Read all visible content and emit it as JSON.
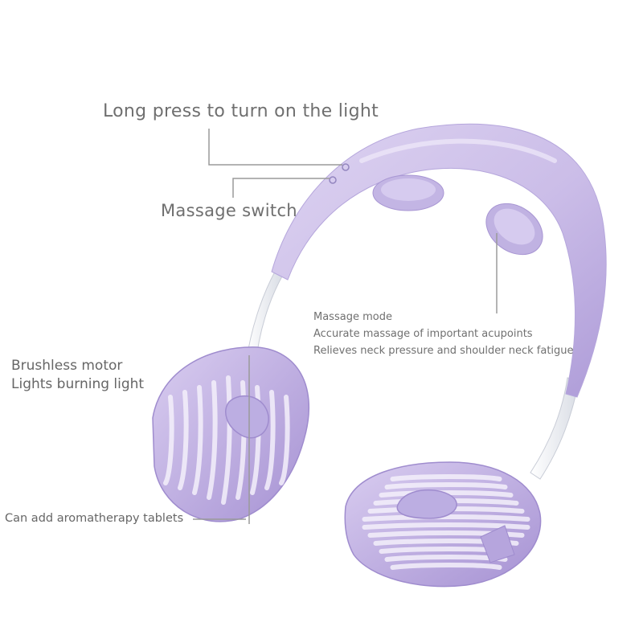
{
  "product": {
    "callouts": {
      "light": "Long press to turn on the light",
      "switch": "Massage switch",
      "motor": [
        "Brushless motor",
        "Lights burning light"
      ],
      "mode": [
        "Massage mode",
        "Accurate massage of important acupoints",
        "Relieves neck pressure and shoulder neck fatigue"
      ],
      "aroma": "Can add aromatherapy tablets"
    },
    "colors": {
      "body": "#cfc3ea",
      "shade": "#a997d6",
      "highlight": "#e8e0f7",
      "stem": "#f2f4f8",
      "leader_line": "#9a9a9a"
    }
  }
}
